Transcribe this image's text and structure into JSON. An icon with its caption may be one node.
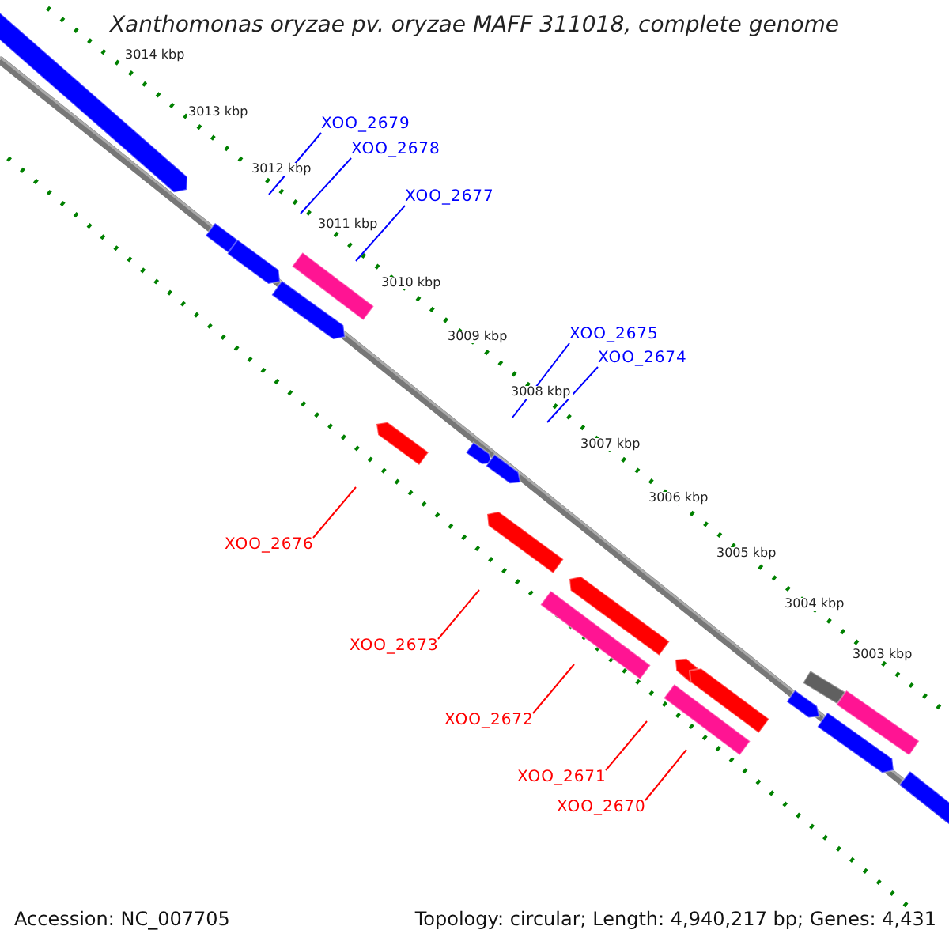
{
  "diagram": {
    "title": "Xanthomonas oryzae pv. oryzae MAFF 311018, complete genome",
    "nodes": [
      {
        "text": [
          "XOO_2679"
        ]
      },
      {
        "text": [
          "XOO_2678"
        ]
      },
      {
        "text": [
          "XOO_2677"
        ]
      },
      {
        "text": [
          "XOO_2675"
        ]
      },
      {
        "text": [
          "XOO_2674"
        ]
      },
      {
        "text": [
          "XOO_2676"
        ]
      },
      {
        "text": [
          "XOO_2673"
        ]
      },
      {
        "text": [
          "XOO_2672"
        ]
      },
      {
        "text": [
          "XOO_2671"
        ]
      },
      {
        "text": [
          "XOO_2670"
        ]
      }
    ],
    "edges": [
      {
        "from": 0,
        "to": null,
        "arrow": "none"
      },
      {
        "from": 1,
        "to": null,
        "arrow": "none"
      },
      {
        "from": 2,
        "to": null,
        "arrow": "none"
      },
      {
        "from": 3,
        "to": null,
        "arrow": "none"
      },
      {
        "from": 4,
        "to": null,
        "arrow": "none"
      },
      {
        "from": 5,
        "to": null,
        "arrow": "none",
        "color": "#ff0000"
      },
      {
        "from": 6,
        "to": null,
        "arrow": "none",
        "color": "#ff0000"
      },
      {
        "from": 7,
        "to": null,
        "arrow": "none",
        "color": "#ff0000"
      },
      {
        "from": 8,
        "to": null,
        "arrow": "none",
        "color": "#ff0000"
      },
      {
        "from": 9,
        "to": null,
        "arrow": "none",
        "color": "#ff0000"
      }
    ],
    "labels": [
      "3014 kbp",
      "3013 kbp",
      "3012 kbp",
      "3011 kbp",
      "3010 kbp",
      "3009 kbp",
      "3008 kbp",
      "3007 kbp",
      "3006 kbp",
      "3005 kbp",
      "3004 kbp",
      "3003 kbp",
      "Accession: NC_007705",
      "Topology: circular; Length: 4,940,217 bp; Genes: 4,431"
    ]
  }
}
